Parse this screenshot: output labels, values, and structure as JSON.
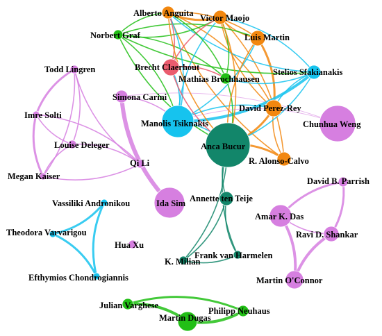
{
  "colors": {
    "cluster_magenta": "#d67fe0",
    "cluster_cyan": "#16c3ee",
    "cluster_teal": "#12866a",
    "cluster_orange": "#f2870f",
    "cluster_green": "#22bf16",
    "cluster_red": "#ea5c6e"
  },
  "nodes": [
    {
      "id": "alberto-anguita",
      "label": "Alberto Anguita",
      "group": "orange"
    },
    {
      "id": "victor-maojo",
      "label": "Victor Maojo",
      "group": "orange"
    },
    {
      "id": "norbert-graf",
      "label": "Norbert Graf",
      "group": "green"
    },
    {
      "id": "luis-martin",
      "label": "Luis Martin",
      "group": "orange"
    },
    {
      "id": "todd-lingren",
      "label": "Todd Lingren",
      "group": "magenta"
    },
    {
      "id": "brecht-claerhout",
      "label": "Brecht Claerhout",
      "group": "red"
    },
    {
      "id": "mathias-brochhausen",
      "label": "Mathias Brochhausen",
      "group": "green"
    },
    {
      "id": "stelios-sfakianakis",
      "label": "Stelios Sfakianakis",
      "group": "cyan"
    },
    {
      "id": "simona-carini",
      "label": "Simona Carini",
      "group": "magenta"
    },
    {
      "id": "imre-solti",
      "label": "Imre Solti",
      "group": "magenta"
    },
    {
      "id": "david-perez-rey",
      "label": "David Perez-Rey",
      "group": "orange"
    },
    {
      "id": "manolis-tsiknakis",
      "label": "Manolis Tsiknakis",
      "group": "cyan"
    },
    {
      "id": "chunhua-weng",
      "label": "Chunhua Weng",
      "group": "magenta"
    },
    {
      "id": "anca-bucur",
      "label": "Anca Bucur",
      "group": "teal"
    },
    {
      "id": "louise-deleger",
      "label": "Louise Deleger",
      "group": "magenta"
    },
    {
      "id": "qi-li",
      "label": "Qi Li",
      "group": "magenta"
    },
    {
      "id": "r-alonso-calvo",
      "label": "R. Alonso-Calvo",
      "group": "orange"
    },
    {
      "id": "megan-kaiser",
      "label": "Megan Kaiser",
      "group": "magenta"
    },
    {
      "id": "david-b-parrish",
      "label": "David B. Parrish",
      "group": "magenta"
    },
    {
      "id": "annette-ten-teije",
      "label": "Annette ten Teije",
      "group": "teal"
    },
    {
      "id": "ida-sim",
      "label": "Ida Sim",
      "group": "magenta"
    },
    {
      "id": "vassiliki-andronikou",
      "label": "Vassiliki Andronikou",
      "group": "cyan"
    },
    {
      "id": "amar-k-das",
      "label": "Amar K. Das",
      "group": "magenta"
    },
    {
      "id": "ravi-d-shankar",
      "label": "Ravi D. Shankar",
      "group": "magenta"
    },
    {
      "id": "theodora-varvarigou",
      "label": "Theodora Varvarigou",
      "group": "cyan"
    },
    {
      "id": "hua-xu",
      "label": "Hua Xu",
      "group": "magenta"
    },
    {
      "id": "frank-van-harmelen",
      "label": "Frank van Harmelen",
      "group": "teal"
    },
    {
      "id": "k-milian",
      "label": "K. Milian",
      "group": "teal"
    },
    {
      "id": "efthymios-chondrogiannis",
      "label": "Efthymios Chondrogiannis",
      "group": "cyan"
    },
    {
      "id": "martin-oconnor",
      "label": "Martin O'Connor",
      "group": "magenta"
    },
    {
      "id": "julian-varghese",
      "label": "Julian Varghese",
      "group": "green"
    },
    {
      "id": "philipp-neuhaus",
      "label": "Philipp Neuhaus",
      "group": "green"
    },
    {
      "id": "martin-dugas",
      "label": "Martin Dugas",
      "group": "green"
    }
  ],
  "edges": [
    [
      "todd-lingren",
      "imre-solti"
    ],
    [
      "todd-lingren",
      "louise-deleger"
    ],
    [
      "todd-lingren",
      "qi-li"
    ],
    [
      "todd-lingren",
      "megan-kaiser"
    ],
    [
      "imre-solti",
      "louise-deleger"
    ],
    [
      "imre-solti",
      "qi-li"
    ],
    [
      "imre-solti",
      "megan-kaiser"
    ],
    [
      "louise-deleger",
      "qi-li"
    ],
    [
      "louise-deleger",
      "megan-kaiser"
    ],
    [
      "qi-li",
      "megan-kaiser"
    ],
    [
      "simona-carini",
      "ida-sim"
    ],
    [
      "simona-carini",
      "manolis-tsiknakis"
    ],
    [
      "chunhua-weng",
      "simona-carini"
    ],
    [
      "vassiliki-andronikou",
      "theodora-varvarigou"
    ],
    [
      "vassiliki-andronikou",
      "efthymios-chondrogiannis"
    ],
    [
      "theodora-varvarigou",
      "efthymios-chondrogiannis"
    ],
    [
      "anca-bucur",
      "annette-ten-teije"
    ],
    [
      "anca-bucur",
      "k-milian"
    ],
    [
      "anca-bucur",
      "frank-van-harmelen"
    ],
    [
      "annette-ten-teije",
      "k-milian"
    ],
    [
      "annette-ten-teije",
      "frank-van-harmelen"
    ],
    [
      "frank-van-harmelen",
      "k-milian"
    ],
    [
      "david-b-parrish",
      "amar-k-das"
    ],
    [
      "david-b-parrish",
      "ravi-d-shankar"
    ],
    [
      "amar-k-das",
      "ravi-d-shankar"
    ],
    [
      "amar-k-das",
      "martin-oconnor"
    ],
    [
      "ravi-d-shankar",
      "martin-oconnor"
    ],
    [
      "julian-varghese",
      "martin-dugas"
    ],
    [
      "martin-dugas",
      "philipp-neuhaus"
    ],
    [
      "julian-varghese",
      "philipp-neuhaus"
    ],
    [
      "alberto-anguita",
      "victor-maojo"
    ],
    [
      "alberto-anguita",
      "luis-martin"
    ],
    [
      "victor-maojo",
      "luis-martin"
    ],
    [
      "alberto-anguita",
      "david-perez-rey"
    ],
    [
      "victor-maojo",
      "david-perez-rey"
    ],
    [
      "luis-martin",
      "david-perez-rey"
    ],
    [
      "alberto-anguita",
      "r-alonso-calvo"
    ],
    [
      "victor-maojo",
      "r-alonso-calvo"
    ],
    [
      "david-perez-rey",
      "r-alonso-calvo"
    ],
    [
      "anca-bucur",
      "r-alonso-calvo"
    ],
    [
      "anca-bucur",
      "david-perez-rey"
    ],
    [
      "norbert-graf",
      "alberto-anguita"
    ],
    [
      "norbert-graf",
      "victor-maojo"
    ],
    [
      "norbert-graf",
      "luis-martin"
    ],
    [
      "norbert-graf",
      "stelios-sfakianakis"
    ],
    [
      "norbert-graf",
      "manolis-tsiknakis"
    ],
    [
      "norbert-graf",
      "anca-bucur"
    ],
    [
      "norbert-graf",
      "mathias-brochhausen"
    ],
    [
      "manolis-tsiknakis",
      "alberto-anguita"
    ],
    [
      "manolis-tsiknakis",
      "victor-maojo"
    ],
    [
      "manolis-tsiknakis",
      "stelios-sfakianakis"
    ],
    [
      "manolis-tsiknakis",
      "anca-bucur"
    ],
    [
      "manolis-tsiknakis",
      "luis-martin"
    ],
    [
      "manolis-tsiknakis",
      "david-perez-rey"
    ],
    [
      "manolis-tsiknakis",
      "brecht-claerhout"
    ],
    [
      "stelios-sfakianakis",
      "alberto-anguita"
    ],
    [
      "stelios-sfakianakis",
      "victor-maojo"
    ],
    [
      "stelios-sfakianakis",
      "anca-bucur"
    ],
    [
      "stelios-sfakianakis",
      "david-perez-rey"
    ],
    [
      "stelios-sfakianakis",
      "mathias-brochhausen"
    ],
    [
      "brecht-claerhout",
      "anca-bucur"
    ],
    [
      "brecht-claerhout",
      "mathias-brochhausen"
    ],
    [
      "brecht-claerhout",
      "alberto-anguita"
    ],
    [
      "brecht-claerhout",
      "victor-maojo"
    ],
    [
      "mathias-brochhausen",
      "alberto-anguita"
    ],
    [
      "mathias-brochhausen",
      "anca-bucur"
    ],
    [
      "mathias-brochhausen",
      "victor-maojo"
    ],
    [
      "anca-bucur",
      "alberto-anguita"
    ],
    [
      "anca-bucur",
      "victor-maojo"
    ],
    [
      "anca-bucur",
      "luis-martin"
    ],
    [
      "chunhua-weng",
      "manolis-tsiknakis"
    ]
  ]
}
